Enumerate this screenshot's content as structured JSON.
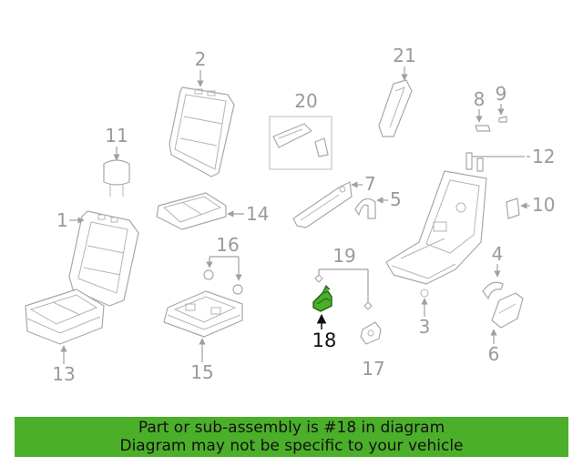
{
  "diagram": {
    "callouts": {
      "c1": "1",
      "c2": "2",
      "c3": "3",
      "c4": "4",
      "c5": "5",
      "c6": "6",
      "c7": "7",
      "c8": "8",
      "c9": "9",
      "c10": "10",
      "c11": "11",
      "c12": "12",
      "c13": "13",
      "c14": "14",
      "c15": "15",
      "c16": "16",
      "c17": "17",
      "c18": "18",
      "c19": "19",
      "c20": "20",
      "c21": "21"
    },
    "highlighted_part": "18",
    "highlight_color": "#4caf2a"
  },
  "banner": {
    "line1": "Part or sub-assembly is #18 in diagram",
    "line2": "Diagram may not be specific to your vehicle",
    "background": "#4caf2a"
  }
}
